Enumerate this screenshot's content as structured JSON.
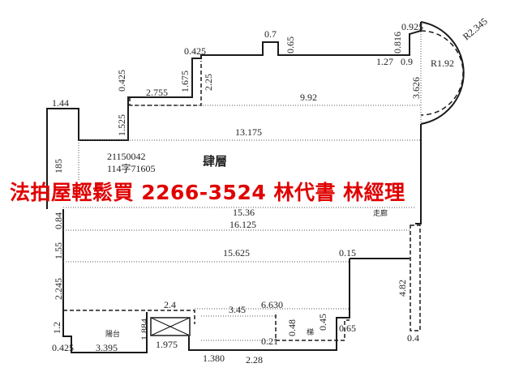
{
  "plan": {
    "building_no": "21150042",
    "ref_no": "114字71605",
    "floor_label": "肆層",
    "balcony_label": "陽台",
    "stair_label": "梯",
    "right_room_text": "走廊",
    "colors": {
      "line": "#1a1a1a",
      "watermark": "#e00000"
    },
    "dims": {
      "d1_44": "1.44",
      "d0_425a": "0.425",
      "d1_525": "1.525",
      "d2_755": "2.755",
      "d1_675": "1.675",
      "d2_25": "2.25",
      "d0_425b": "0.425",
      "d0_7": "0.7",
      "d0_65a": "0.65",
      "d0_816": "0.816",
      "d0_925": "0.925",
      "d1_27": "1.27",
      "d0_9": "0.9",
      "d3_626": "3.626",
      "r1_92": "R1.92",
      "r2_345": "R2.345",
      "d9_92": "9.92",
      "d13_175": "13.175",
      "d185": "185",
      "d15_36": "15.36",
      "d0_84": "0.84",
      "d16_125": "16.125",
      "d1_55": "1.55",
      "d15_625": "15.625",
      "d0_15": "0.15",
      "d2_245": "2.245",
      "d4_82": "4.82",
      "d2_4": "2.4",
      "d3_45": "3.45",
      "d6_630": "6.630",
      "d0_45": "0.45",
      "d1_2": "1.2",
      "d1_884": "1.884",
      "d0_48": "0.48",
      "d0_21": "0.21",
      "d0_65b": "0.65",
      "d0_4": "0.4",
      "d0_425c": "0.425",
      "d3_395": "3.395",
      "d1_975": "1.975",
      "d1_380": "1.380",
      "d2_28": "2.28"
    }
  },
  "watermark": "法拍屋輕鬆買  2266-3524  林代書 林經理"
}
